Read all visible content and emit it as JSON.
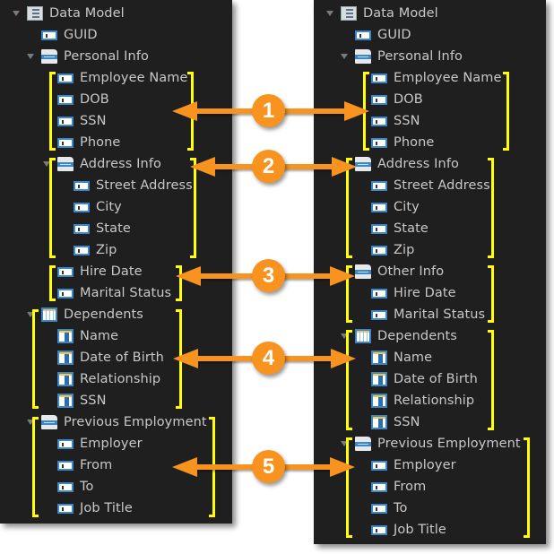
{
  "colors": {
    "panel_bg": "#1f1f1f",
    "text": "#c8c8c8",
    "bracket": "#ffff00",
    "arrow": "#f7931e",
    "badge_text": "#ffffff"
  },
  "left_tree": {
    "rows": [
      {
        "label": "Data Model",
        "icon": "data-model-icon",
        "expanded": true
      },
      {
        "label": "GUID",
        "icon": "field-icon"
      },
      {
        "label": "Personal Info",
        "icon": "group-icon",
        "expanded": true
      },
      {
        "label": "Employee Name",
        "icon": "field-icon"
      },
      {
        "label": "DOB",
        "icon": "field-icon"
      },
      {
        "label": "SSN",
        "icon": "field-icon"
      },
      {
        "label": "Phone",
        "icon": "field-icon"
      },
      {
        "label": "Address Info",
        "icon": "group-icon",
        "expanded": true
      },
      {
        "label": "Street Address",
        "icon": "field-icon"
      },
      {
        "label": "City",
        "icon": "field-icon"
      },
      {
        "label": "State",
        "icon": "field-icon"
      },
      {
        "label": "Zip",
        "icon": "field-icon"
      },
      {
        "label": "Hire Date",
        "icon": "field-icon"
      },
      {
        "label": "Marital Status",
        "icon": "field-icon"
      },
      {
        "label": "Dependents",
        "icon": "table-icon",
        "expanded": true
      },
      {
        "label": "Name",
        "icon": "column-icon"
      },
      {
        "label": "Date of Birth",
        "icon": "column-icon"
      },
      {
        "label": "Relationship",
        "icon": "column-icon"
      },
      {
        "label": "SSN",
        "icon": "column-icon"
      },
      {
        "label": "Previous Employment",
        "icon": "group-icon",
        "expanded": true
      },
      {
        "label": "Employer",
        "icon": "field-icon"
      },
      {
        "label": "From",
        "icon": "field-icon"
      },
      {
        "label": "To",
        "icon": "field-icon"
      },
      {
        "label": "Job Title",
        "icon": "field-icon"
      }
    ]
  },
  "right_tree": {
    "rows": [
      {
        "label": "Data Model",
        "icon": "data-model-icon",
        "expanded": true
      },
      {
        "label": "GUID",
        "icon": "field-icon"
      },
      {
        "label": "Personal Info",
        "icon": "group-icon",
        "expanded": true
      },
      {
        "label": "Employee Name",
        "icon": "field-icon"
      },
      {
        "label": "DOB",
        "icon": "field-icon"
      },
      {
        "label": "SSN",
        "icon": "field-icon"
      },
      {
        "label": "Phone",
        "icon": "field-icon"
      },
      {
        "label": "Address Info",
        "icon": "group-icon"
      },
      {
        "label": "Street Address",
        "icon": "field-icon"
      },
      {
        "label": "City",
        "icon": "field-icon"
      },
      {
        "label": "State",
        "icon": "field-icon"
      },
      {
        "label": "Zip",
        "icon": "field-icon"
      },
      {
        "label": "Other Info",
        "icon": "group-icon"
      },
      {
        "label": "Hire Date",
        "icon": "field-icon"
      },
      {
        "label": "Marital Status",
        "icon": "field-icon"
      },
      {
        "label": "Dependents",
        "icon": "table-icon",
        "expanded": true
      },
      {
        "label": "Name",
        "icon": "column-icon"
      },
      {
        "label": "Date of Birth",
        "icon": "column-icon"
      },
      {
        "label": "Relationship",
        "icon": "column-icon"
      },
      {
        "label": "SSN",
        "icon": "column-icon"
      },
      {
        "label": "Previous Employment",
        "icon": "group-icon",
        "expanded": true
      },
      {
        "label": "Employer",
        "icon": "field-icon"
      },
      {
        "label": "From",
        "icon": "field-icon"
      },
      {
        "label": "To",
        "icon": "field-icon"
      },
      {
        "label": "Job Title",
        "icon": "field-icon"
      }
    ]
  },
  "callouts": [
    {
      "number": "1",
      "left_group": "Personal Info fields",
      "right_group": "Personal Info fields"
    },
    {
      "number": "2",
      "left_group": "Address Info",
      "right_group": "Address Info"
    },
    {
      "number": "3",
      "left_group": "Hire Date / Marital Status",
      "right_group": "Other Info"
    },
    {
      "number": "4",
      "left_group": "Dependents",
      "right_group": "Dependents"
    },
    {
      "number": "5",
      "left_group": "Previous Employment",
      "right_group": "Previous Employment"
    }
  ]
}
